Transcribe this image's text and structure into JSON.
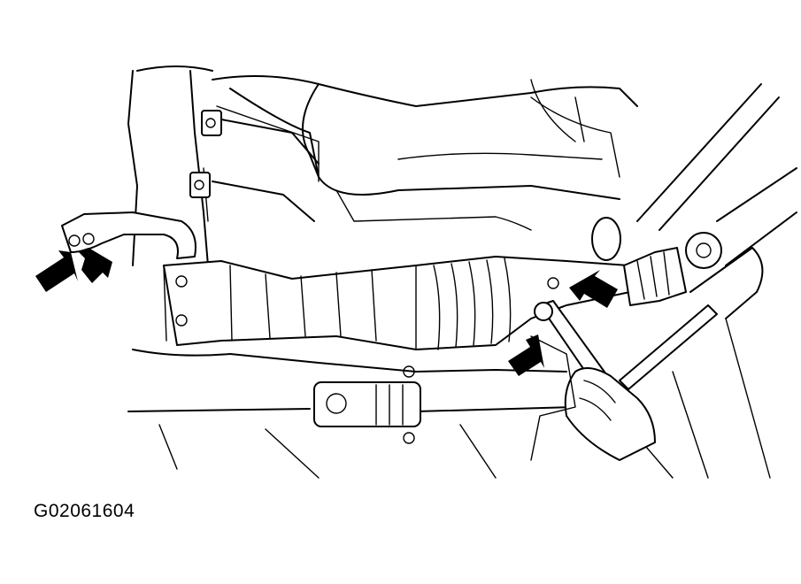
{
  "figure": {
    "id_label": "G02061604",
    "line_color": "#000000",
    "background": "#ffffff",
    "callouts": [
      {
        "name": "left-mount-arrow-1",
        "icon": "arrow-icon"
      },
      {
        "name": "left-mount-arrow-2",
        "icon": "arrow-icon"
      },
      {
        "name": "right-bolt-arrow",
        "icon": "arrow-icon"
      },
      {
        "name": "wrench-bolt-arrow",
        "icon": "arrow-icon"
      }
    ]
  }
}
